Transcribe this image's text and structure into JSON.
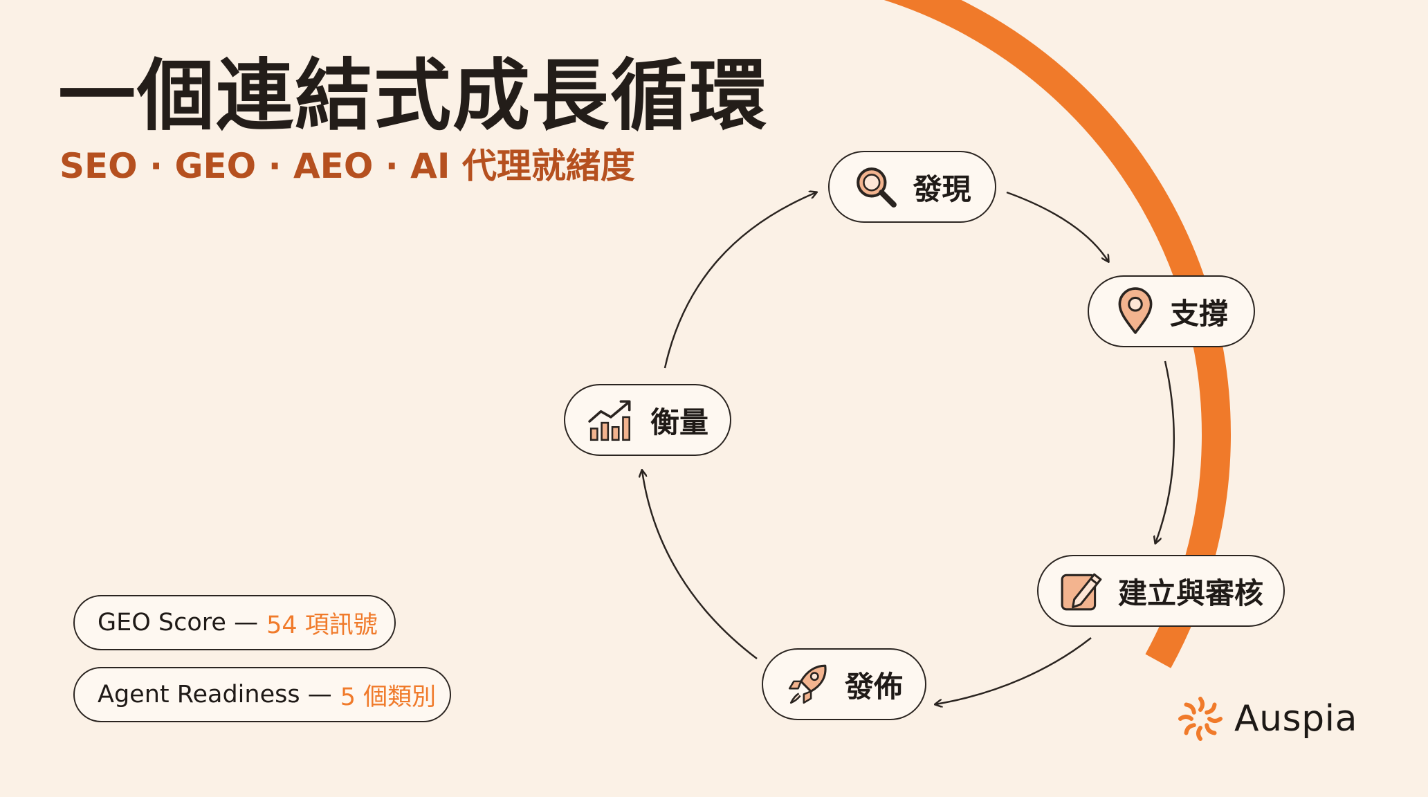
{
  "slide": {
    "title": "一個連結式成長循環",
    "subtitle": "SEO · GEO · AEO · AI 代理就緒度"
  },
  "cycle": {
    "nodes": [
      {
        "label": "發現",
        "icon": "magnifier-icon"
      },
      {
        "label": "支撐",
        "icon": "location-pin-icon"
      },
      {
        "label": "建立與審核",
        "icon": "pencil-edit-icon"
      },
      {
        "label": "發佈",
        "icon": "rocket-icon"
      },
      {
        "label": "衡量",
        "icon": "growth-chart-icon"
      }
    ],
    "highlight_progress": 0.33
  },
  "stats": [
    {
      "label": "GEO Score —",
      "value": "54 項訊號"
    },
    {
      "label": "Agent Readiness —",
      "value": "5 個類別"
    }
  ],
  "brand": {
    "name": "Auspia"
  },
  "colors": {
    "background": "#FBF1E6",
    "accent": "#F07A2A",
    "accent_dark": "#B5501F",
    "text": "#231D19",
    "icon_fill": "#F3B48F"
  }
}
